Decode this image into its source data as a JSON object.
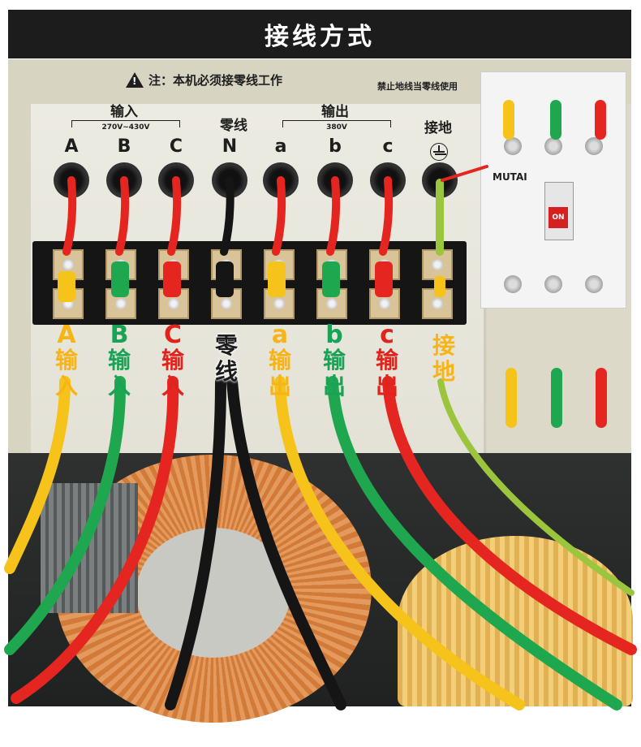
{
  "header": {
    "title": "接线方式"
  },
  "notes": {
    "warning": "注：本机必须接零线工作",
    "ground_rule": "禁止地线当零线使用"
  },
  "groups": {
    "input": {
      "label": "输入",
      "range": "270V~430V"
    },
    "neutral": {
      "label": "零线"
    },
    "output": {
      "label": "输出",
      "range": "380V"
    },
    "ground": {
      "label": "接地"
    }
  },
  "terminals": [
    "A",
    "B",
    "C",
    "N",
    "a",
    "b",
    "c"
  ],
  "tags": [
    {
      "letter": "A",
      "word1": "输",
      "word2": "入",
      "color": "#f6b418"
    },
    {
      "letter": "B",
      "word1": "输",
      "word2": "入",
      "color": "#1aa256"
    },
    {
      "letter": "C",
      "word1": "输",
      "word2": "入",
      "color": "#e0241c"
    },
    {
      "letter": "",
      "word1": "零",
      "word2": "线",
      "color": "#1b1b1b"
    },
    {
      "letter": "a",
      "word1": "输",
      "word2": "出",
      "color": "#f6b418"
    },
    {
      "letter": "b",
      "word1": "输",
      "word2": "出",
      "color": "#1aa256"
    },
    {
      "letter": "c",
      "word1": "输",
      "word2": "出",
      "color": "#e0241c"
    },
    {
      "letter": "",
      "word1": "接",
      "word2": "地",
      "color": "#f6b418"
    }
  ],
  "breaker": {
    "brand": "MUTAI",
    "switch_label": "ON"
  },
  "colors": {
    "yellow": "#f6c31a",
    "green": "#1fa74f",
    "red": "#e52520",
    "black": "#151515"
  }
}
